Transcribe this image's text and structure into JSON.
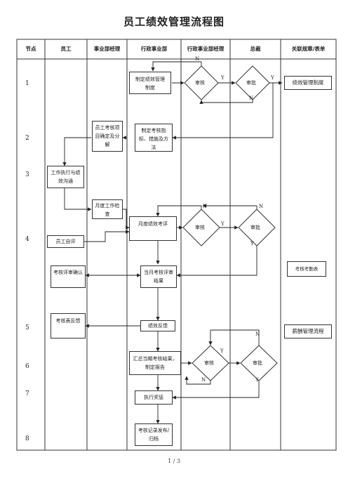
{
  "title": "员工绩效管理流程图",
  "headers": [
    "节点",
    "员工",
    "事业部经理",
    "行政事业部",
    "行政事业部经理",
    "总裁",
    "关联规章/表单"
  ],
  "nodes": [
    "1",
    "2",
    "3",
    "4",
    "5",
    "6",
    "7",
    "8"
  ],
  "boxes": {
    "make_system": "制定绩效管理制度",
    "review": "审核",
    "approve": "审批",
    "employee_items": "员工考核项目确定及分解",
    "make_indicators": "制定考核指标、措施及方法",
    "work_comm": "工作执行与绩效沟通",
    "monthly_check": "月度工作检查",
    "self_eval": "员工自评",
    "monthly_eval": "月度绩效考评",
    "review2": "审核",
    "approve2": "审批",
    "review_confirm": "考核评审确认",
    "monthly_result": "当月考核评审结果",
    "feedback_form": "考核表反馈",
    "perf_feedback": "绩效反馈",
    "summary": "汇总当期考核结果，制定报告",
    "review3": "审核",
    "approve3": "审批",
    "execute_reward": "执行奖惩",
    "record": "考核记录发布/归档"
  },
  "docs": {
    "perf_system": "绩效管理制度",
    "attendance_form": "考核考勤表",
    "salary_flow": "薪酬管理流程"
  },
  "labels": {
    "y": "Y",
    "n": "N"
  },
  "page": "1 / 3"
}
